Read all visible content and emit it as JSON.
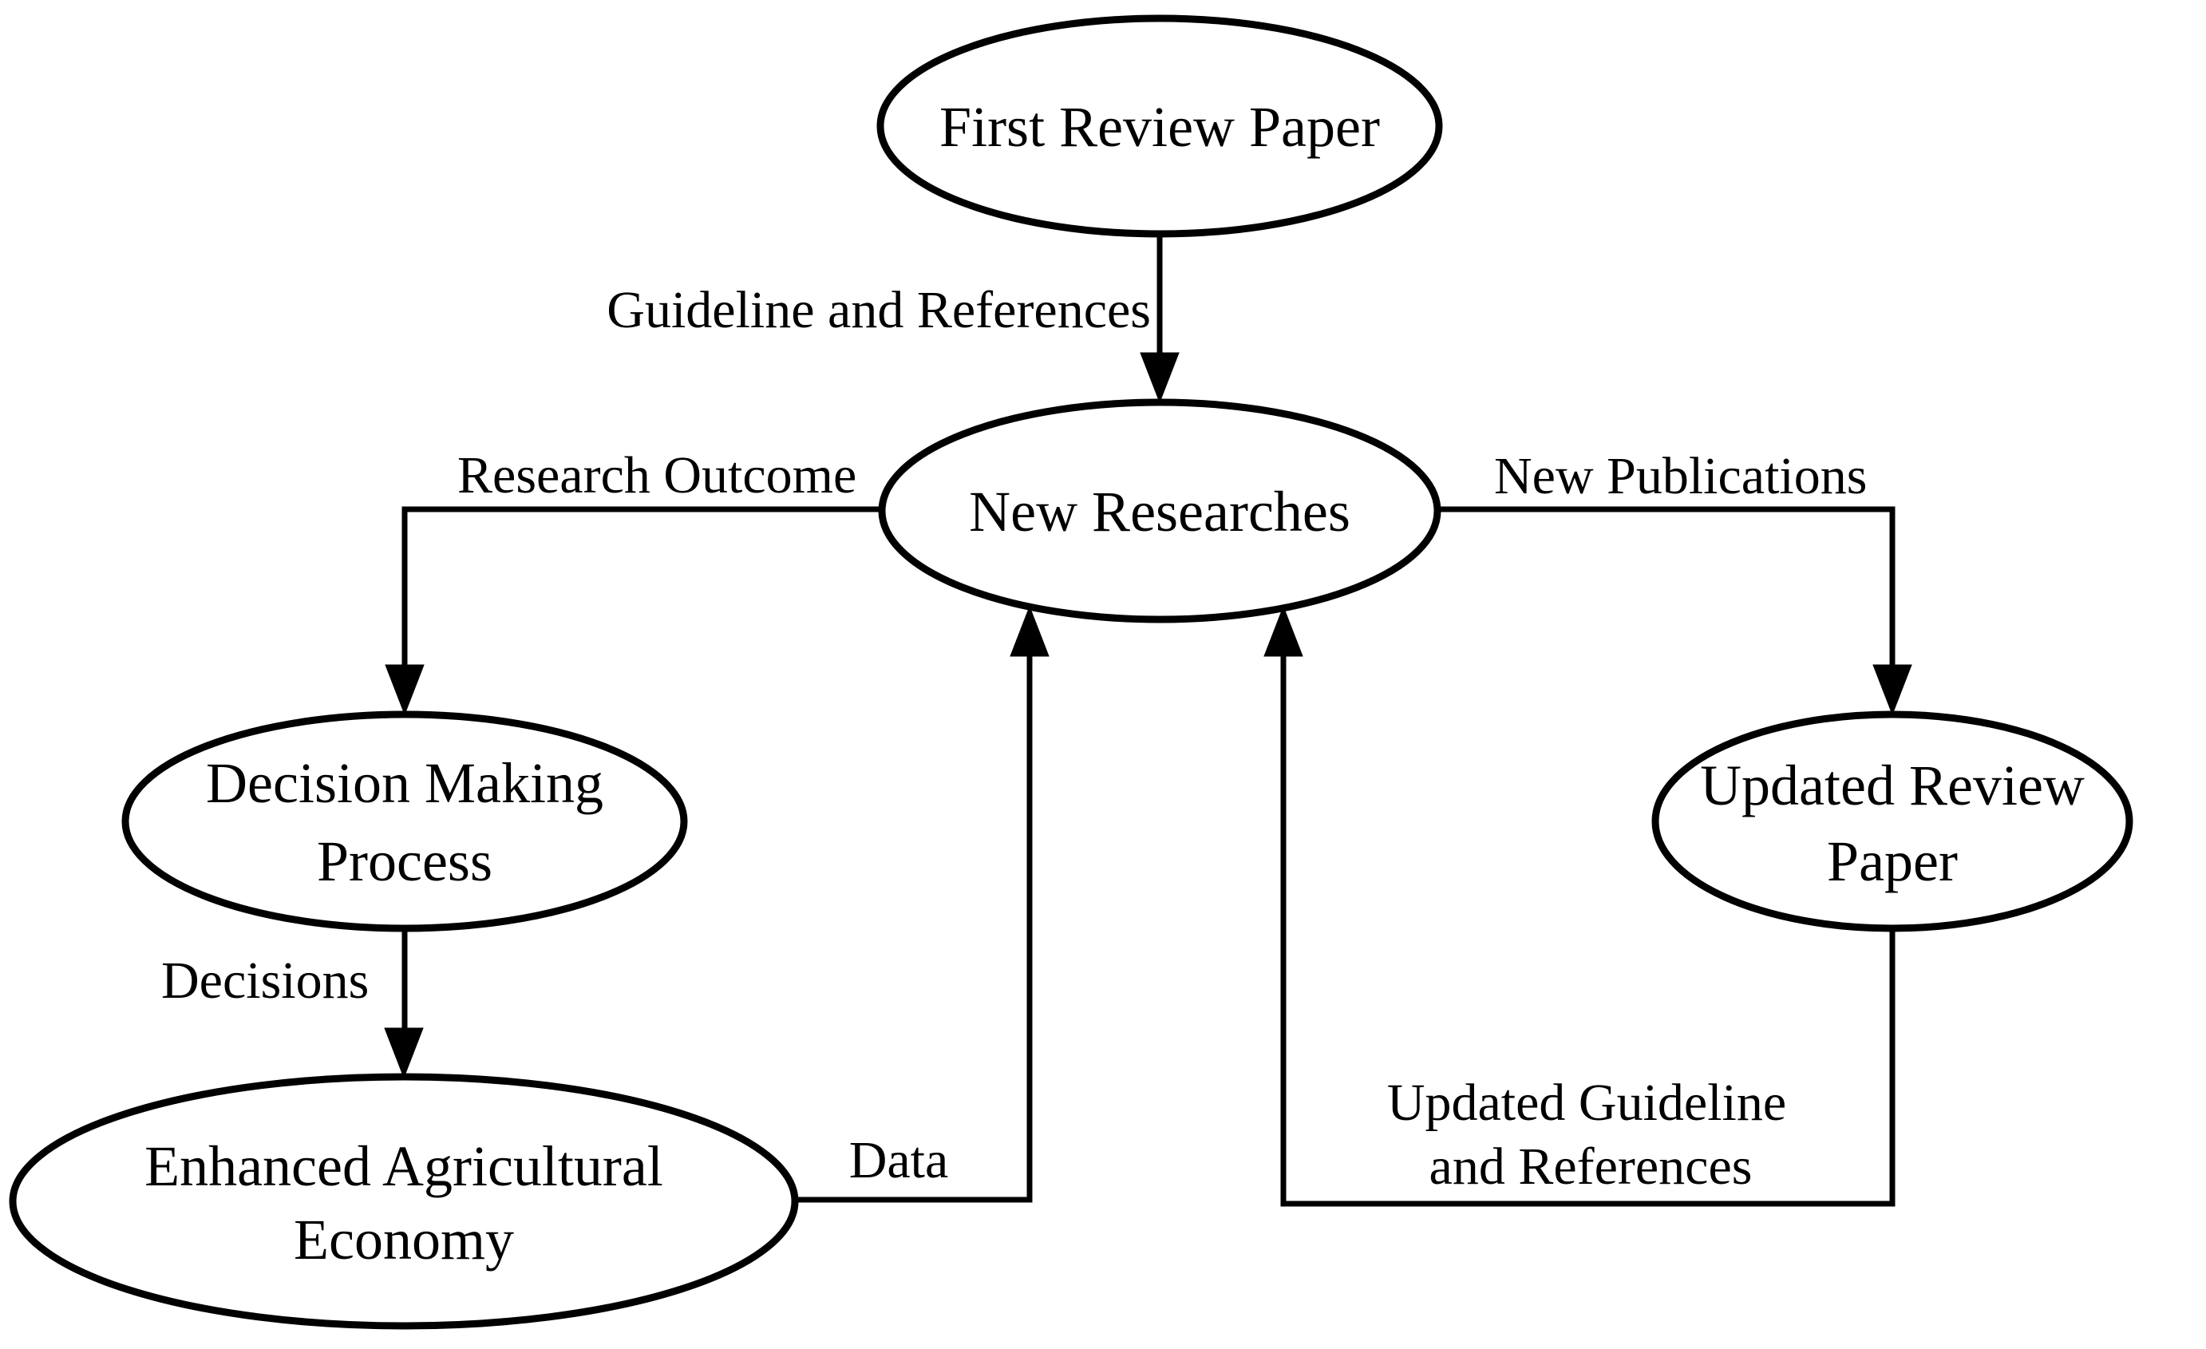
{
  "diagram": {
    "background_color": "#ffffff",
    "stroke_color": "#000000",
    "text_color": "#000000",
    "nodes": {
      "first_review_paper": {
        "label": "First Review Paper"
      },
      "new_researches": {
        "label": "New Researches"
      },
      "decision_making_process": {
        "label_line1": "Decision Making",
        "label_line2": "Process"
      },
      "enhanced_agricultural_economy": {
        "label_line1": "Enhanced Agricultural",
        "label_line2": "Economy"
      },
      "updated_review_paper": {
        "label_line1": "Updated Review",
        "label_line2": "Paper"
      }
    },
    "edges": {
      "first_to_new": {
        "label": "Guideline and References"
      },
      "new_to_decision": {
        "label": "Research Outcome"
      },
      "decision_to_enhanced": {
        "label": "Decisions"
      },
      "enhanced_to_new": {
        "label": "Data"
      },
      "new_to_updated": {
        "label": "New Publications"
      },
      "updated_to_new": {
        "label_line1": "Updated Guideline",
        "label_line2": "and References"
      }
    }
  }
}
